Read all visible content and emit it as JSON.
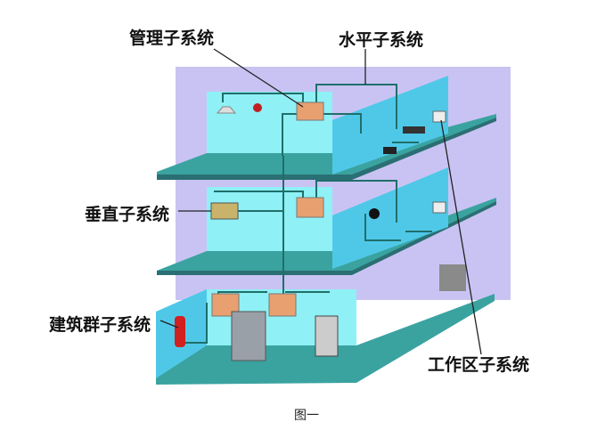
{
  "labels": {
    "management": "管理子系统",
    "horizontal": "水平子系统",
    "vertical": "垂直子系统",
    "campus": "建筑群子系统",
    "work_area": "工作区子系统"
  },
  "caption": "图一",
  "colors": {
    "back": "#c9c3f3",
    "wall": "#8ff0f5",
    "partition": "#4fc8e8",
    "floor": "#3aa3a0",
    "floor_edge": "#2a6f73",
    "cable": "#1f6f6a"
  }
}
